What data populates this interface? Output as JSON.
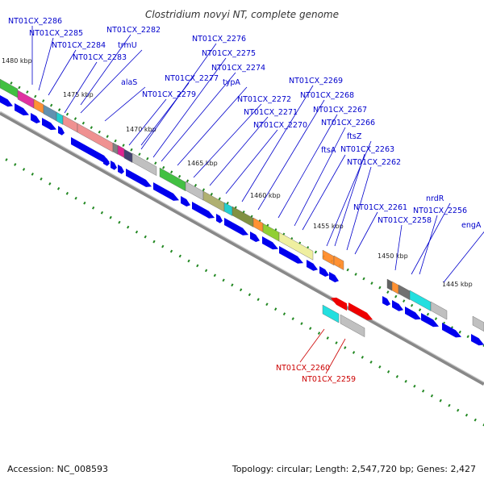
{
  "title": "Clostridium novyi NT, complete genome",
  "footer": {
    "accession": "Accession: NC_008593",
    "summary": "Topology: circular; Length: 2,547,720 bp; Genes: 2,427"
  },
  "colors": {
    "forward_arrow": "#0000ee",
    "reverse_arrow": "#ee0000",
    "label_forward": "#0000cc",
    "label_reverse": "#cc0000",
    "tick": "#228822",
    "backbone": "#888888"
  },
  "kbp_ticks": [
    "1480 kbp",
    "1475 kbp",
    "1470 kbp",
    "1465 kbp",
    "1460 kbp",
    "1455 kbp",
    "1450 kbp",
    "1445 kbp"
  ],
  "gene_labels": [
    "NT01CX_2286",
    "NT01CX_2285",
    "NT01CX_2284",
    "NT01CX_2283",
    "trmU",
    "NT01CX_2282",
    "alaS",
    "NT01CX_2277",
    "NT01CX_2279",
    "NT01CX_2276",
    "NT01CX_2275",
    "NT01CX_2274",
    "typA",
    "NT01CX_2272",
    "NT01CX_2271",
    "NT01CX_2270",
    "NT01CX_2269",
    "NT01CX_2268",
    "NT01CX_2267",
    "NT01CX_2266",
    "ftsA",
    "ftsZ",
    "NT01CX_2263",
    "NT01CX_2262",
    "NT01CX_2261",
    "NT01CX_2258",
    "nrdR",
    "NT01CX_2256",
    "engA"
  ],
  "reverse_gene_labels": [
    "NT01CX_2260",
    "NT01CX_2259"
  ]
}
